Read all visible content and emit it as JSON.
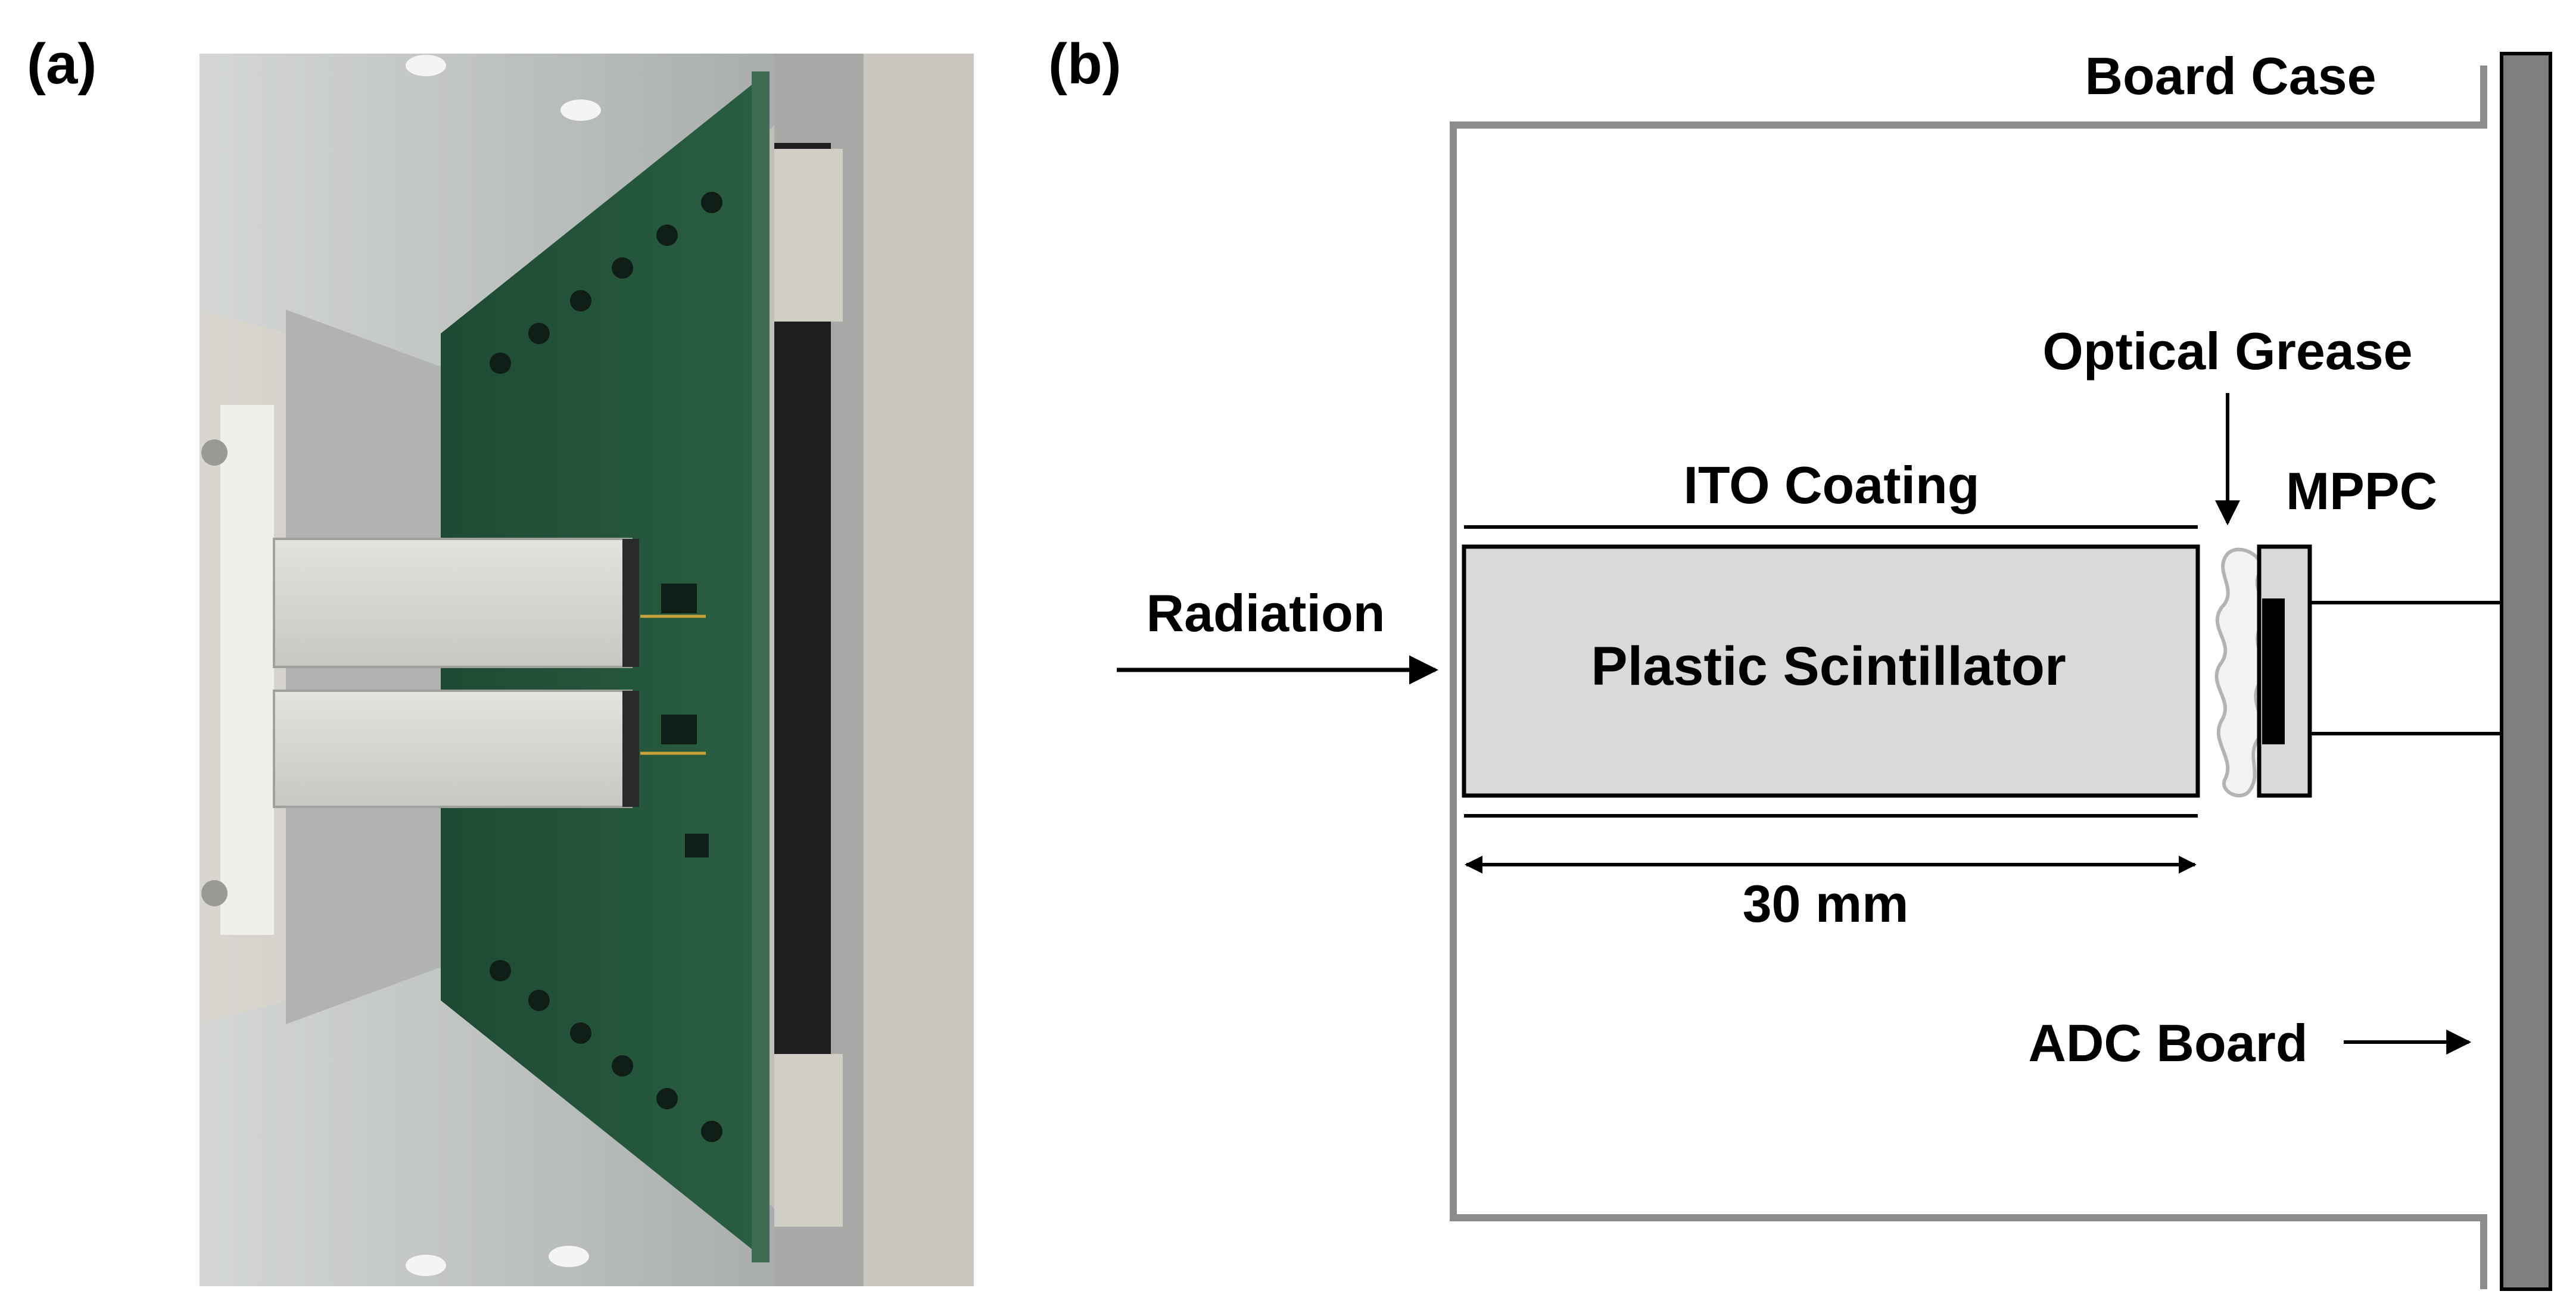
{
  "panel_a": {
    "label": "(a)"
  },
  "panel_b": {
    "label": "(b)",
    "labels": {
      "board_case": "Board Case",
      "optical_grease": "Optical Grease",
      "ito_coating": "ITO Coating",
      "mppc": "MPPC",
      "radiation": "Radiation",
      "scintillator": "Plastic Scintillator",
      "dimension": "30 mm",
      "adc_board": "ADC Board"
    }
  },
  "colors": {
    "case_gray": "#8c8c8c",
    "scintillator_fill": "#d9d9d9",
    "adc_board_fill": "#7f7f7f",
    "pcb_green": "#1f4d35",
    "aluminum": "#b9bdbd"
  }
}
